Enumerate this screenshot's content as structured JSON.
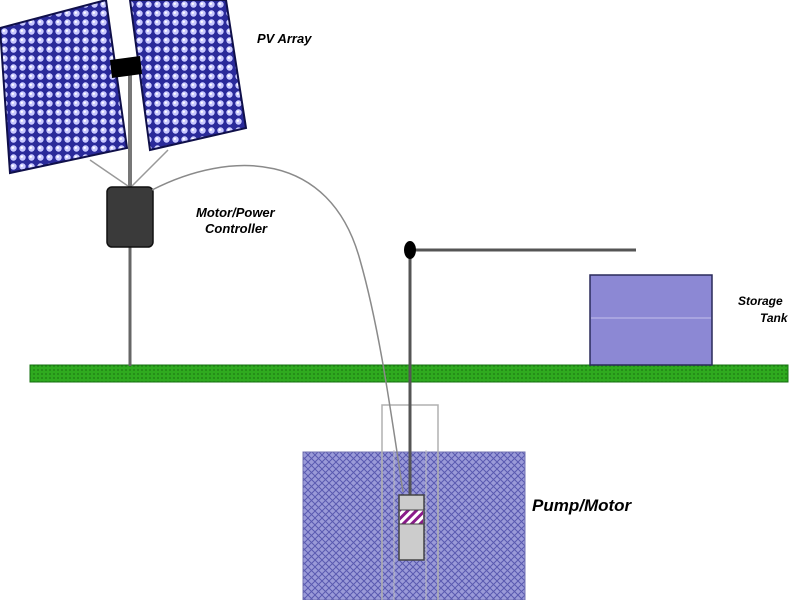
{
  "diagram": {
    "labels": {
      "pv_array": "PV Array",
      "controller_line1": "Motor/Power",
      "controller_line2": "Controller",
      "tank_line1": "Storage",
      "tank_line2": "Tank",
      "pump_motor": "Pump/Motor"
    },
    "colors": {
      "panel_fill": "#2a2a9a",
      "panel_cell": "#c8c8ff",
      "controller": "#3a3a3a",
      "ground": "#2faa1f",
      "tank": "#8c88d4",
      "well_water": "#8a8ac8",
      "pipe": "#555555",
      "wire": "#888888",
      "pump_band": "#8a1a8a"
    }
  }
}
